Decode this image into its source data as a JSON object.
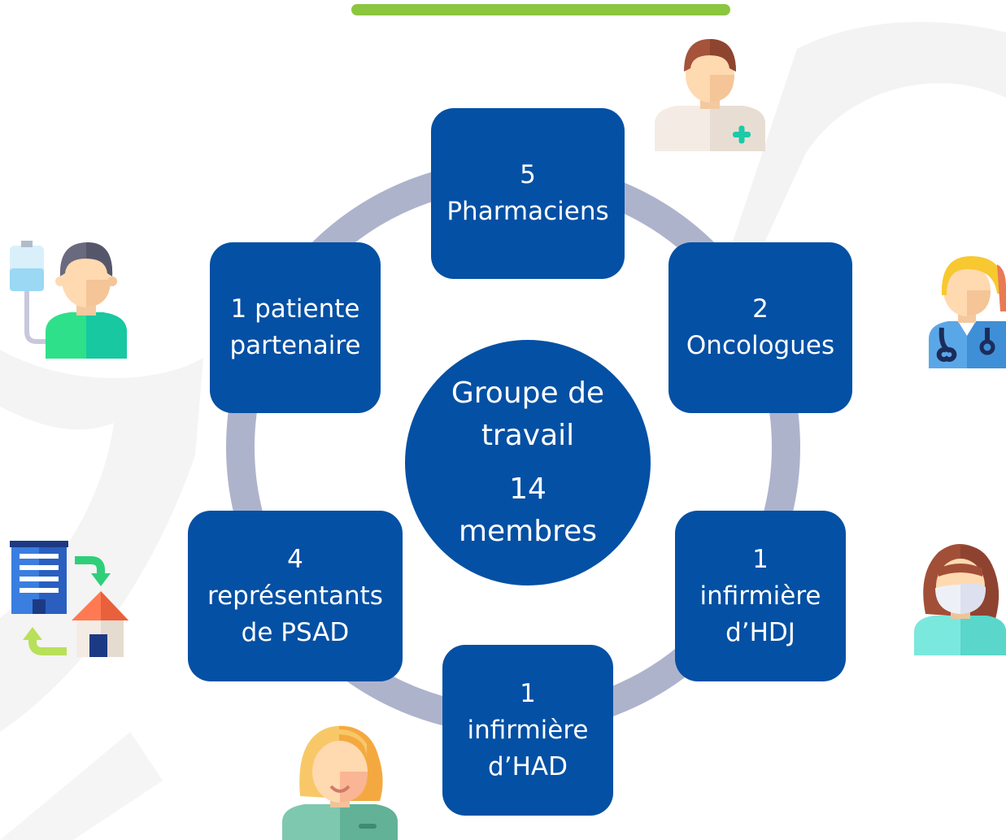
{
  "colors": {
    "accent_bar": "#8cc63f",
    "node_fill": "#0450a4",
    "ring": "#aeb3cc",
    "watermark": "#f1f1f1",
    "text": "#ffffff"
  },
  "center": {
    "line1": "Groupe de",
    "line2": "travail",
    "line3": "14",
    "line4": "membres"
  },
  "nodes": {
    "pharmaciens": {
      "line1": "5",
      "line2": "Pharmaciens"
    },
    "oncologues": {
      "line1": "2",
      "line2": "Oncologues"
    },
    "infirmiere_hdj": {
      "line1": "1",
      "line2": "infirmière",
      "line3": "d’HDJ"
    },
    "infirmiere_had": {
      "line1": "1",
      "line2": "infirmière",
      "line3": "d’HAD"
    },
    "psad": {
      "line1": "4",
      "line2": "représentants",
      "line3": "de PSAD"
    },
    "patiente": {
      "line1": "1 patiente",
      "line2": "partenaire"
    }
  },
  "icons": [
    "pharmacist-icon",
    "oncologist-icon",
    "nurse-hdj-icon",
    "nurse-had-icon",
    "hospital-home-icon",
    "patient-iv-icon"
  ]
}
